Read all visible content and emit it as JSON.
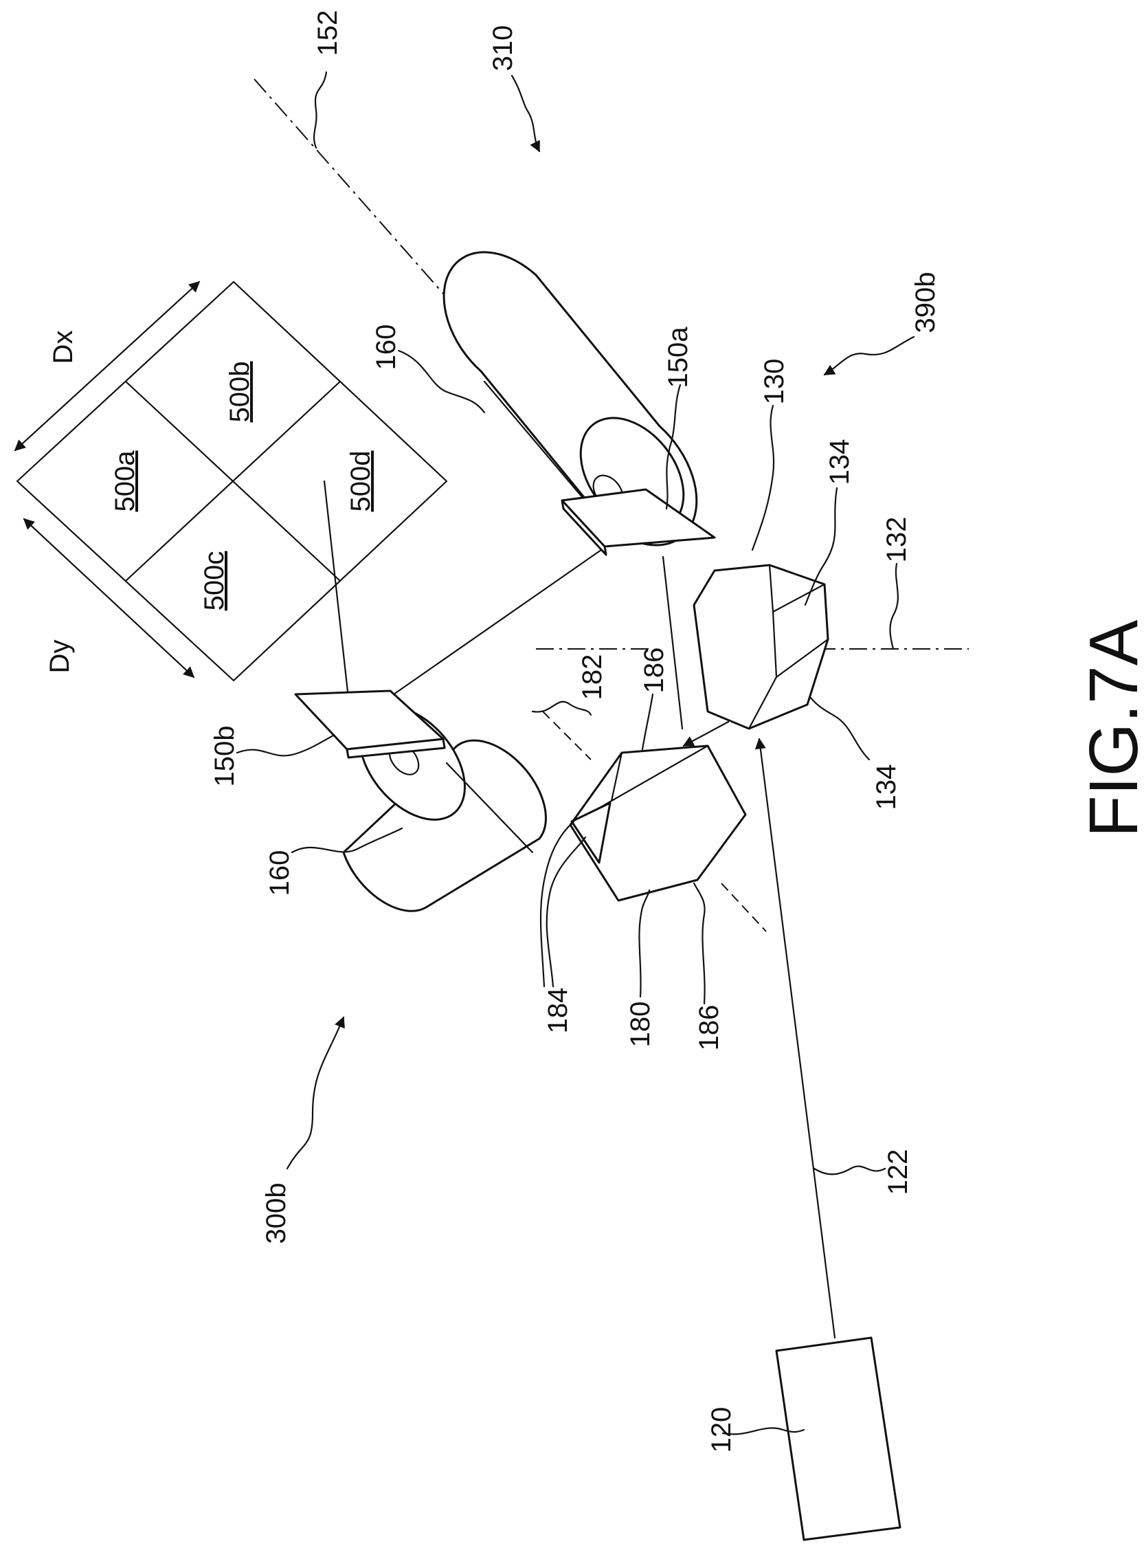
{
  "figure": {
    "caption": "FIG.7A",
    "labels": {
      "l152": "152",
      "l310": "310",
      "l390b": "390b",
      "l300b": "300b",
      "lDx": "Dx",
      "lDy": "Dy",
      "l500a": "500a",
      "l500b": "500b",
      "l500c": "500c",
      "l500d": "500d",
      "l160a": "160",
      "l160b": "160",
      "l150a": "150a",
      "l150b": "150b",
      "l130": "130",
      "l134a": "134",
      "l134b": "134",
      "l132": "132",
      "l182": "182",
      "l186a": "186",
      "l186b": "186",
      "l184": "184",
      "l180": "180",
      "l122": "122",
      "l120": "120"
    }
  }
}
